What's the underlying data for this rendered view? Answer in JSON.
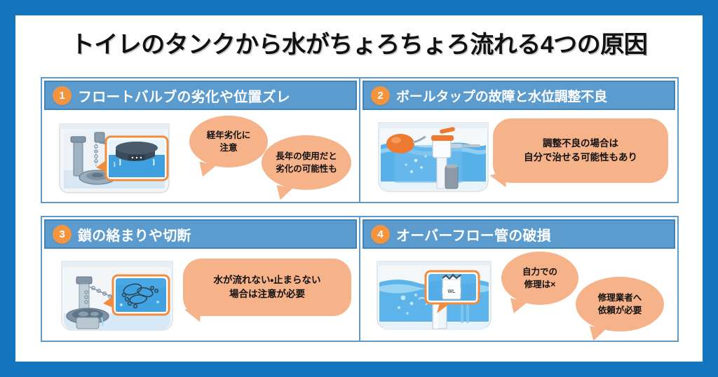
{
  "page": {
    "title": "トイレのタンクから水がちょろちょろ流れる4つの原因",
    "frame_color": "#1275BE",
    "panel_color": "#FEFEFE",
    "accent_orange": "#F4943F",
    "header_blue": "#5C9BCE",
    "bubble_peach": "#F6B289"
  },
  "cards": [
    {
      "number": "1",
      "title": "フロートバルブの劣化や位置ズレ",
      "illustration": "toilet-tank-float-valve-closeup",
      "bubbles": [
        {
          "text": "経年劣化に\n注意"
        },
        {
          "text": "長年の使用だと\n劣化の可能性も"
        }
      ]
    },
    {
      "number": "2",
      "title": "ボールタップの故障と水位調整不良",
      "illustration": "ball-tap-float-in-water",
      "bubbles": [
        {
          "text": "調整不良の場合は\n自分で治せる可能性もあり"
        }
      ]
    },
    {
      "number": "3",
      "title": "鎖の絡まりや切断",
      "illustration": "tangled-chain-closeup",
      "bubbles": [
        {
          "text": "水が流れない・止まらない\n場合は注意が必要"
        }
      ]
    },
    {
      "number": "4",
      "title": "オーバーフロー管の破損",
      "illustration": "overflow-pipe-wl-mark",
      "bubbles": [
        {
          "text": "自力での\n修理は×"
        },
        {
          "text": "修理業者へ\n依頼が必要"
        }
      ]
    }
  ]
}
